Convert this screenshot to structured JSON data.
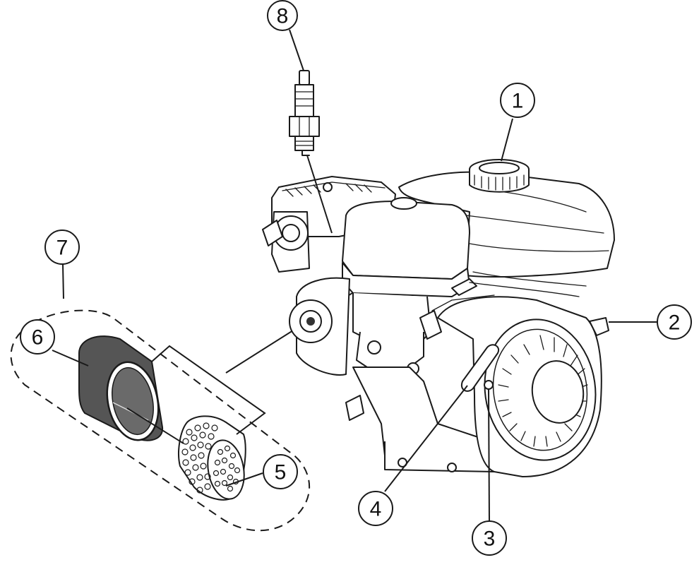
{
  "callouts": [
    {
      "id": "1",
      "label": "1"
    },
    {
      "id": "2",
      "label": "2"
    },
    {
      "id": "3",
      "label": "3"
    },
    {
      "id": "4",
      "label": "4"
    },
    {
      "id": "5",
      "label": "5"
    },
    {
      "id": "6",
      "label": "6"
    },
    {
      "id": "7",
      "label": "7"
    },
    {
      "id": "8",
      "label": "8"
    }
  ],
  "colors": {
    "line": "#1a1a1a",
    "filter_sleeve": "#555555",
    "background": "#ffffff"
  }
}
